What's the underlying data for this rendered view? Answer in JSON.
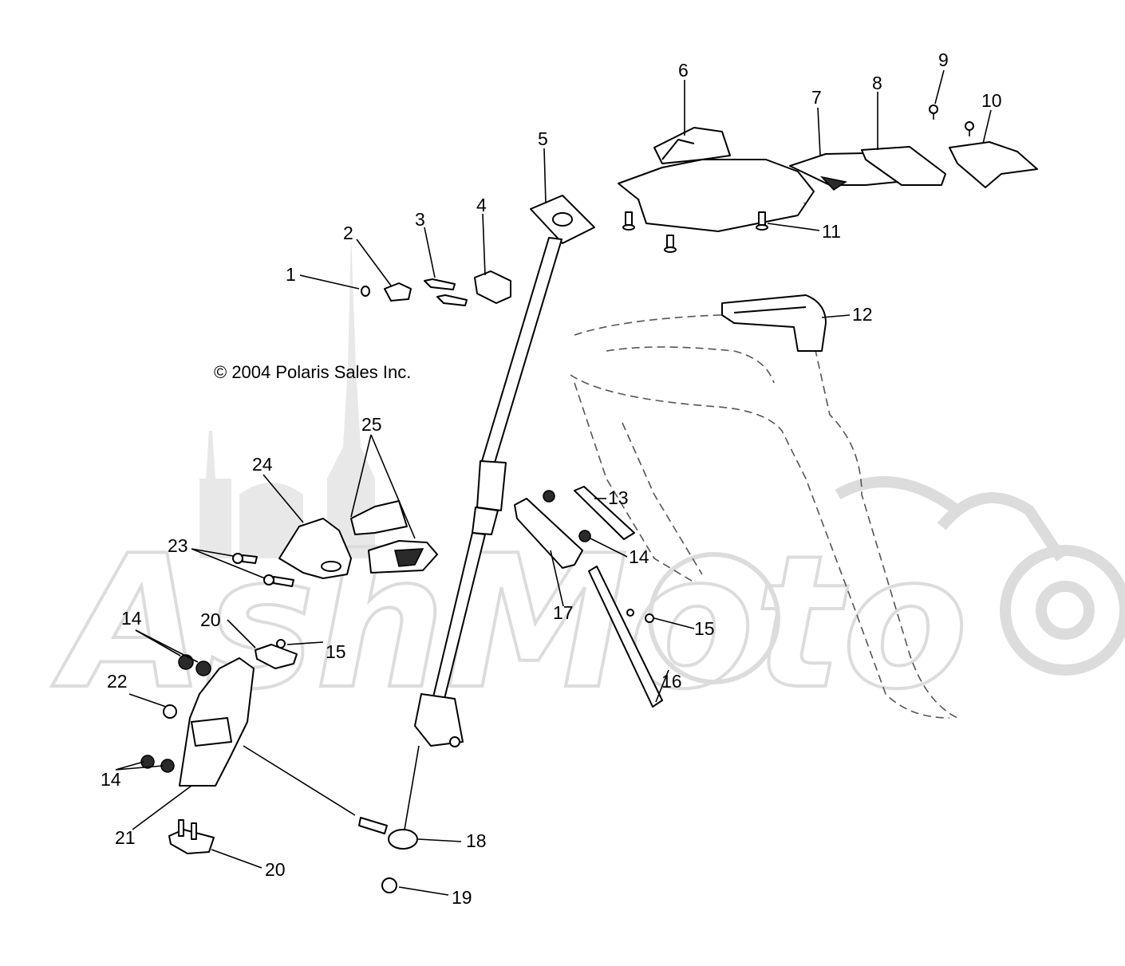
{
  "copyright": "© 2004 Polaris Sales Inc.",
  "watermark": {
    "text": "AshMoto",
    "color": "#dcdcdc"
  },
  "callouts": {
    "c1": "1",
    "c2": "2",
    "c3": "3",
    "c4": "4",
    "c5": "5",
    "c6": "6",
    "c7": "7",
    "c8": "8",
    "c9": "9",
    "c10": "10",
    "c11": "11",
    "c12": "12",
    "c13": "13",
    "c14a": "14",
    "c14b": "14",
    "c14c": "14",
    "c15a": "15",
    "c15b": "15",
    "c16": "16",
    "c17": "17",
    "c18": "18",
    "c19": "19",
    "c20a": "20",
    "c20b": "20",
    "c21": "21",
    "c22": "22",
    "c23": "23",
    "c24": "24",
    "c25": "25"
  }
}
